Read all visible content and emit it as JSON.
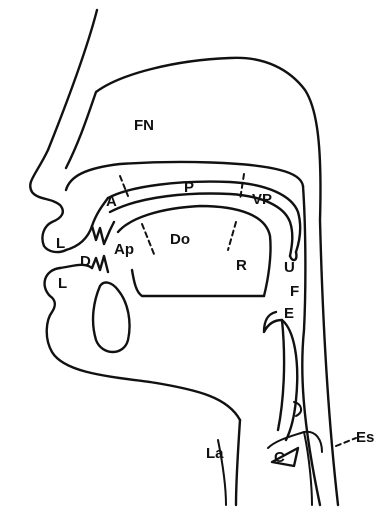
{
  "diagram": {
    "labels": {
      "nasal_cavity": "FN",
      "palate": "P",
      "velum": "VP",
      "alveolar_ridge": "A",
      "tongue_apex": "Ap",
      "tongue_dorsum": "Do",
      "tongue_root": "R",
      "uvula": "U",
      "pharynx": "F",
      "epiglottis": "E",
      "upper_lip": "L",
      "lower_lip": "L",
      "teeth": "D",
      "larynx": "La",
      "glottis": "C",
      "esophagus": "Es"
    }
  }
}
